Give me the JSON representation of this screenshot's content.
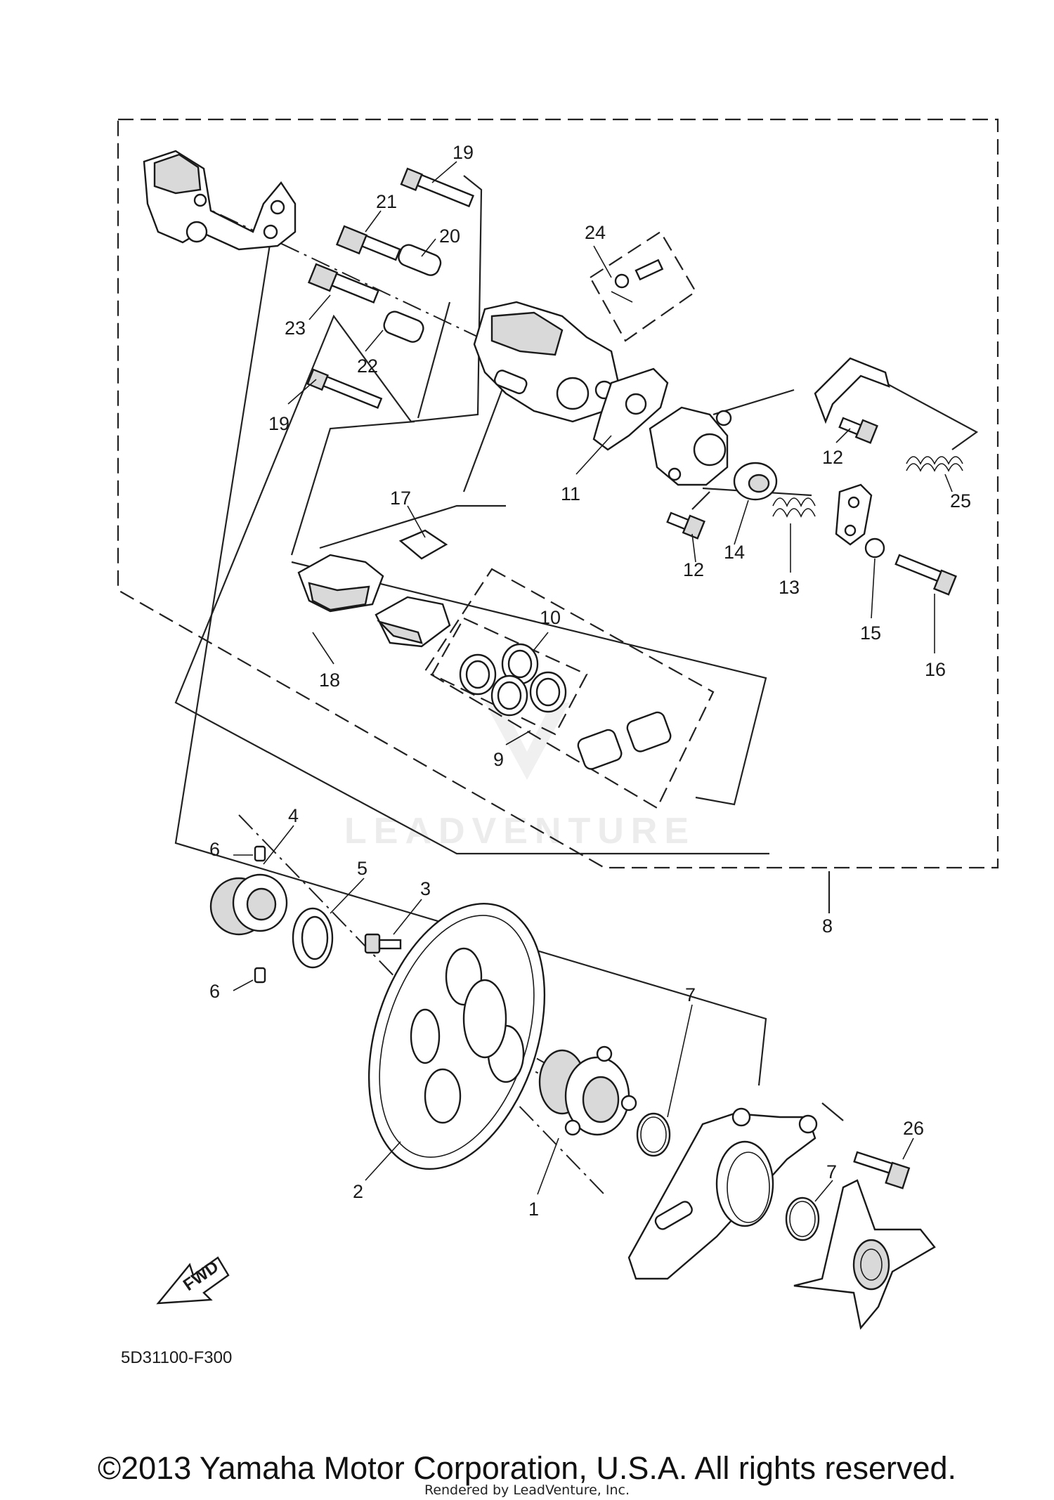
{
  "diagram": {
    "part_numbers": {
      "p1": "1",
      "p2": "2",
      "p3": "3",
      "p4": "4",
      "p5": "5",
      "p6a": "6",
      "p6b": "6",
      "p7a": "7",
      "p7b": "7",
      "p8": "8",
      "p9": "9",
      "p10": "10",
      "p11": "11",
      "p12a": "12",
      "p12b": "12",
      "p13": "13",
      "p14": "14",
      "p15": "15",
      "p16": "16",
      "p17": "17",
      "p18": "18",
      "p19a": "19",
      "p19b": "19",
      "p20": "20",
      "p21": "21",
      "p22": "22",
      "p23": "23",
      "p24": "24",
      "p25": "25",
      "p26": "26"
    },
    "fwd_label": "FWD",
    "diagram_code": "5D31100-F300",
    "watermark": "LEADVENTURE"
  },
  "footer": {
    "copyright": "©2013 Yamaha Motor Corporation, U.S.A. All rights reserved.",
    "rendered_by": "Rendered by LeadVenture, Inc."
  }
}
